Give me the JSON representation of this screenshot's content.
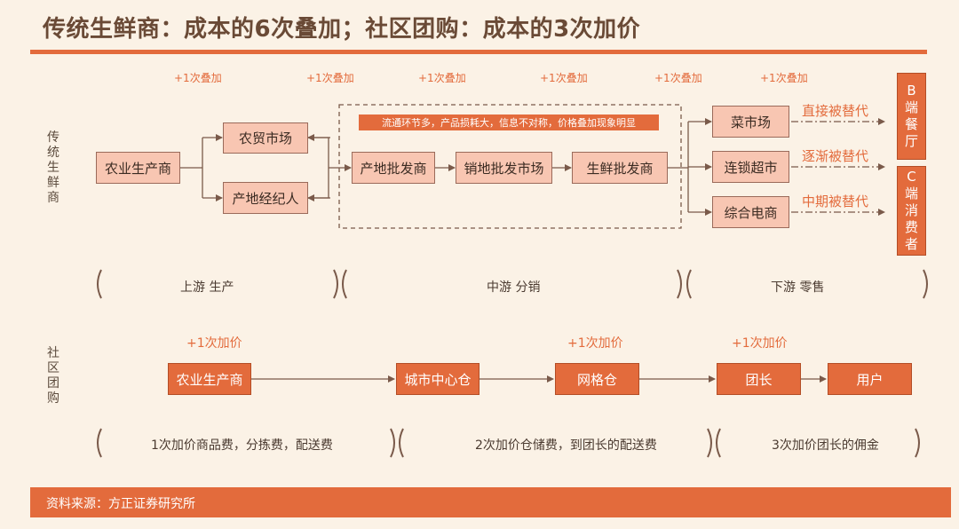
{
  "title": "传统生鲜商：成本的6次叠加；社区团购：成本的3次加价",
  "traditional": {
    "side_label": "传统生鲜商",
    "increment_labels": [
      "+1次叠加",
      "+1次叠加",
      "+1次叠加",
      "+1次叠加",
      "+1次叠加",
      "+1次叠加"
    ],
    "banner": "流通环节多，产品损耗大，信息不对称，价格叠加现象明显",
    "nodes": {
      "producer": "农业生产商",
      "farm_market": "农贸市场",
      "origin_broker": "产地经纪人",
      "origin_wholesale": "产地批发商",
      "sales_wholesale_market": "销地批发市场",
      "fresh_wholesale": "生鲜批发商",
      "vegetable_market": "菜市场",
      "chain_supermarket": "连锁超市",
      "integrated_ecommerce": "综合电商"
    },
    "replacement_labels": [
      "直接被替代",
      "逐渐被替代",
      "中期被替代"
    ],
    "endpoints": {
      "b_end": "B端餐厅",
      "c_end": "C端消费者"
    },
    "segments": [
      "上游 生产",
      "中游 分销",
      "下游 零售"
    ]
  },
  "community": {
    "side_label": "社区团购",
    "increment_labels": [
      "+1次加价",
      "+1次加价",
      "+1次加价"
    ],
    "nodes": [
      "农业生产商",
      "城市中心仓",
      "网格仓",
      "团长",
      "用户"
    ],
    "segments": [
      "1次加价商品费，分拣费，配送费",
      "2次加价仓储费，到团长的配送费",
      "3次加价团长的佣金"
    ]
  },
  "footer": "资料来源：方正证券研究所",
  "colors": {
    "accent": "#e36b3c",
    "node_fill": "#f8c6b2",
    "background": "#fbf2e6"
  }
}
